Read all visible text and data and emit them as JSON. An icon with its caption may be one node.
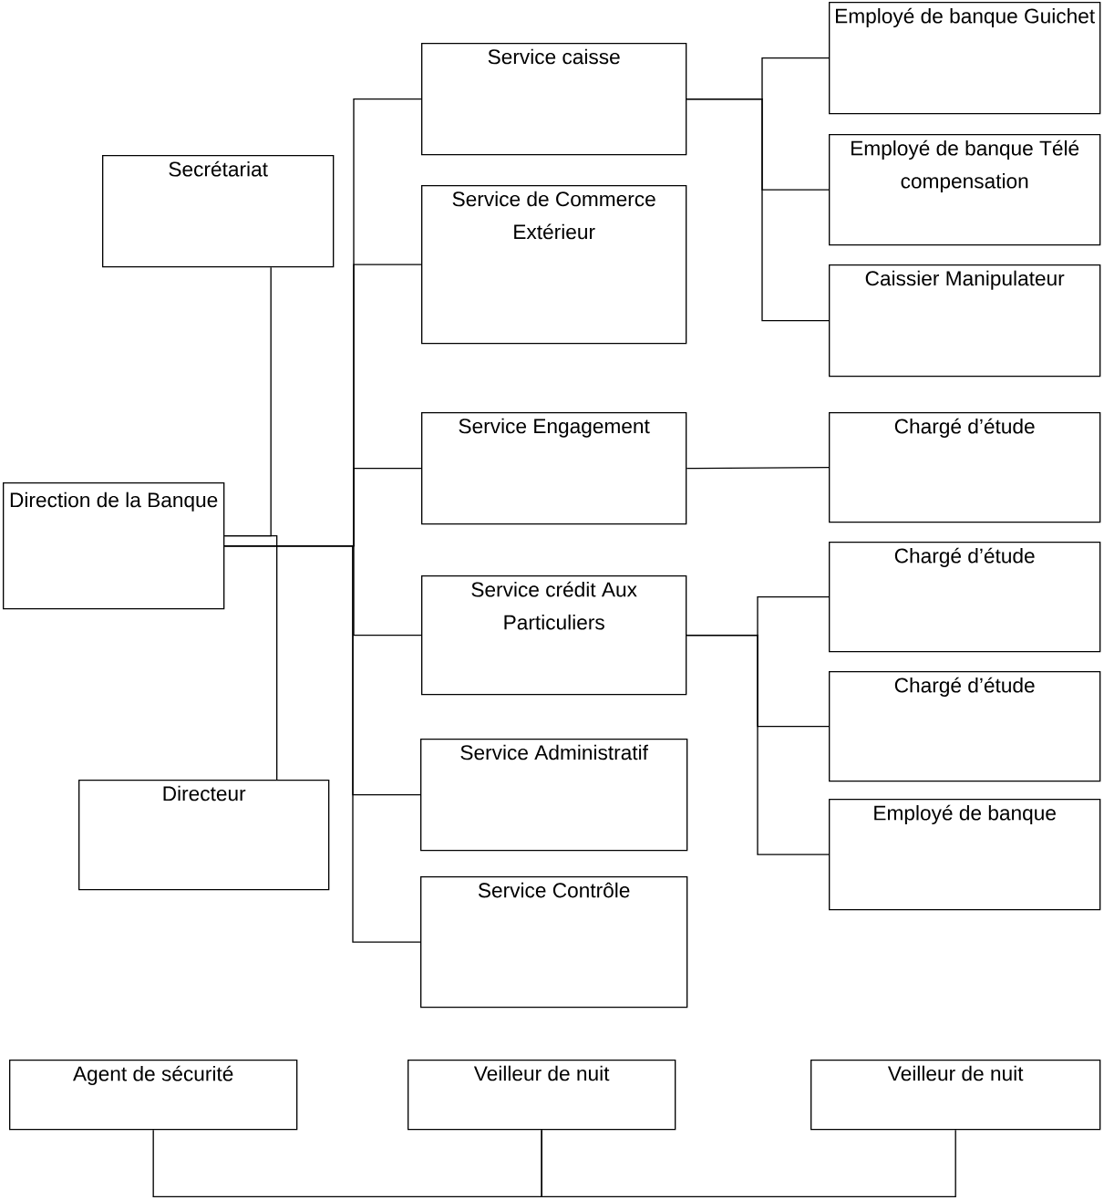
{
  "diagram": {
    "nodes": [
      {
        "text": [
          "Secrétariat"
        ]
      },
      {
        "text": [
          "Direction de la Banque"
        ]
      },
      {
        "text": [
          "Directeur"
        ]
      },
      {
        "text": [
          "Service caisse"
        ]
      },
      {
        "text": [
          "Service de Commerce Extérieur"
        ]
      },
      {
        "text": [
          "Service Engagement"
        ]
      },
      {
        "text": [
          "Service crédit Aux Particuliers"
        ]
      },
      {
        "text": [
          "Service Administratif"
        ]
      },
      {
        "text": [
          "Service Contrôle"
        ]
      },
      {
        "text": [
          "Employé de banque Guichet"
        ]
      },
      {
        "text": [
          "Employé de banque Télé compensation"
        ]
      },
      {
        "text": [
          "Caissier Manipulateur"
        ]
      },
      {
        "text": [
          "Chargé d’étude"
        ]
      },
      {
        "text": [
          "Chargé d’étude"
        ]
      },
      {
        "text": [
          "Chargé d’étude"
        ]
      },
      {
        "text": [
          "Employé de banque"
        ]
      },
      {
        "text": [
          "Agent de sécurité"
        ]
      },
      {
        "text": [
          "Veilleur de nuit"
        ]
      },
      {
        "text": [
          "Veilleur de nuit"
        ]
      }
    ],
    "edges": [
      {
        "from": 1,
        "to": 0,
        "arrow": "none"
      },
      {
        "from": 1,
        "to": 2,
        "arrow": "none"
      },
      {
        "from": 1,
        "to": 3,
        "arrow": "none"
      },
      {
        "from": 1,
        "to": 4,
        "arrow": "none"
      },
      {
        "from": 1,
        "to": 5,
        "arrow": "none"
      },
      {
        "from": 1,
        "to": 6,
        "arrow": "none"
      },
      {
        "from": 1,
        "to": 7,
        "arrow": "none"
      },
      {
        "from": 1,
        "to": 8,
        "arrow": "none"
      },
      {
        "from": 3,
        "to": 9,
        "arrow": "none"
      },
      {
        "from": 3,
        "to": 10,
        "arrow": "none"
      },
      {
        "from": 3,
        "to": 11,
        "arrow": "none"
      },
      {
        "from": 5,
        "to": 12,
        "arrow": "none"
      },
      {
        "from": 6,
        "to": 13,
        "arrow": "none"
      },
      {
        "from": 6,
        "to": 14,
        "arrow": "none"
      },
      {
        "from": 6,
        "to": 15,
        "arrow": "none"
      },
      {
        "from": 16,
        "to": 17,
        "arrow": "none"
      },
      {
        "from": 17,
        "to": 18,
        "arrow": "none"
      }
    ]
  }
}
